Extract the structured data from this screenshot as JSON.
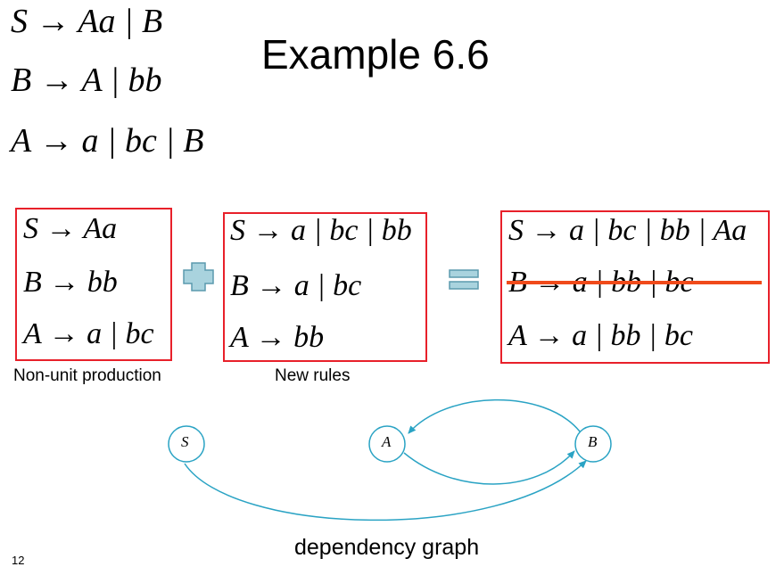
{
  "title": "Example 6.6",
  "grammar": [
    "S → Aa | B",
    "B → A | bb",
    "A → a | bc | B"
  ],
  "box1": {
    "lines": [
      "S → Aa",
      "B → bb",
      "A → a | bc"
    ],
    "caption": "Non-unit production"
  },
  "box2": {
    "lines": [
      "S → a | bc | bb",
      "B → a | bc",
      "A → bb"
    ],
    "caption": "New rules"
  },
  "box3": {
    "lines": [
      "S → a | bc | bb | Aa",
      "B → a | bb | bc",
      "A → a | bb | bc"
    ],
    "struck_line": "B → a | bb | bc"
  },
  "graph": {
    "nodes": [
      "S",
      "A",
      "B"
    ],
    "edges": [
      {
        "from": "S",
        "to": "B"
      },
      {
        "from": "A",
        "to": "B"
      },
      {
        "from": "B",
        "to": "A"
      }
    ],
    "caption": "dependency graph"
  },
  "page_number": "12",
  "colors": {
    "box_border": "#e8202a",
    "strike": "#f04a1a",
    "operator": "#a9d3de",
    "operator_stroke": "#5b9aad",
    "graph": "#2aa3c4"
  }
}
